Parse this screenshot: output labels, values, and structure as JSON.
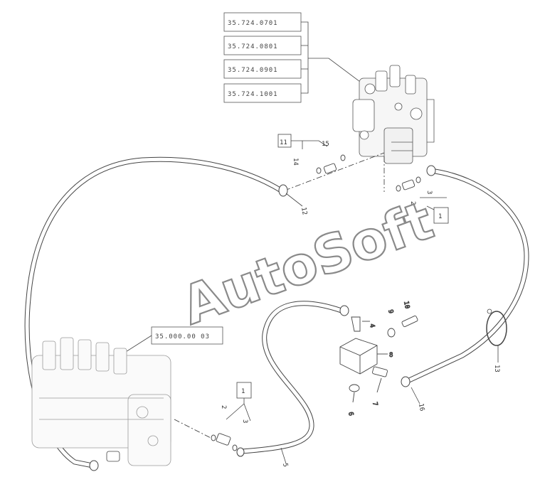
{
  "references": {
    "ref_1": "35.724.0701",
    "ref_2": "35.724.0801",
    "ref_3": "35.724.0901",
    "ref_4": "35.724.1001",
    "ref_5": "35.000.00 03"
  },
  "boxed_labels": {
    "box_top": "11",
    "box_right": "1",
    "box_bottom": "1"
  },
  "callouts": {
    "c15": "15",
    "c14": "14",
    "c12": "12",
    "c3_top": "3",
    "c2_top": "2",
    "c10": "10",
    "c9": "9",
    "c4": "4",
    "c8": "8",
    "c13": "13",
    "c16": "16",
    "c7": "7",
    "c6": "6",
    "c2_bottom": "2",
    "c3_bottom": "3",
    "c5": "5"
  },
  "watermark": "AutoSoft"
}
